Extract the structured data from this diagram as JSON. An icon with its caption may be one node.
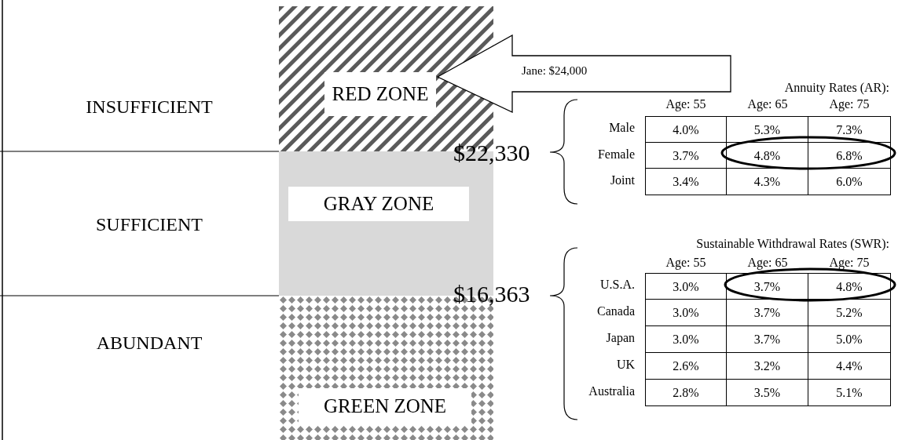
{
  "diagram": {
    "nodes": [
      {
        "text": [
          "RED ZONE"
        ]
      },
      {
        "text": [
          "GRAY ZONE"
        ]
      },
      {
        "text": [
          "GREEN ZONE"
        ]
      },
      {
        "text": [
          "Jane: $24,000"
        ]
      }
    ],
    "labels": [
      "INSUFFICIENT",
      "SUFFICIENT",
      "ABUNDANT",
      "$22,330",
      "$16,363",
      "Annuity Rates (AR):",
      "Age: 55",
      "Age: 65",
      "Age: 75",
      "Male",
      "4.0%",
      "5.3%",
      "7.3%",
      "Female",
      "3.7%",
      "4.8%",
      "6.8%",
      "Joint",
      "3.4%",
      "4.3%",
      "6.0%",
      "Sustainable Withdrawal Rates (SWR):",
      "Age: 55",
      "Age: 65",
      "Age: 75",
      "U.S.A.",
      "3.0%",
      "3.7%",
      "4.8%",
      "Canada",
      "3.0%",
      "3.7%",
      "5.2%",
      "Japan",
      "3.0%",
      "3.7%",
      "5.0%",
      "UK",
      "2.6%",
      "3.2%",
      "4.4%",
      "Australia",
      "2.8%",
      "3.5%",
      "5.1%"
    ]
  }
}
